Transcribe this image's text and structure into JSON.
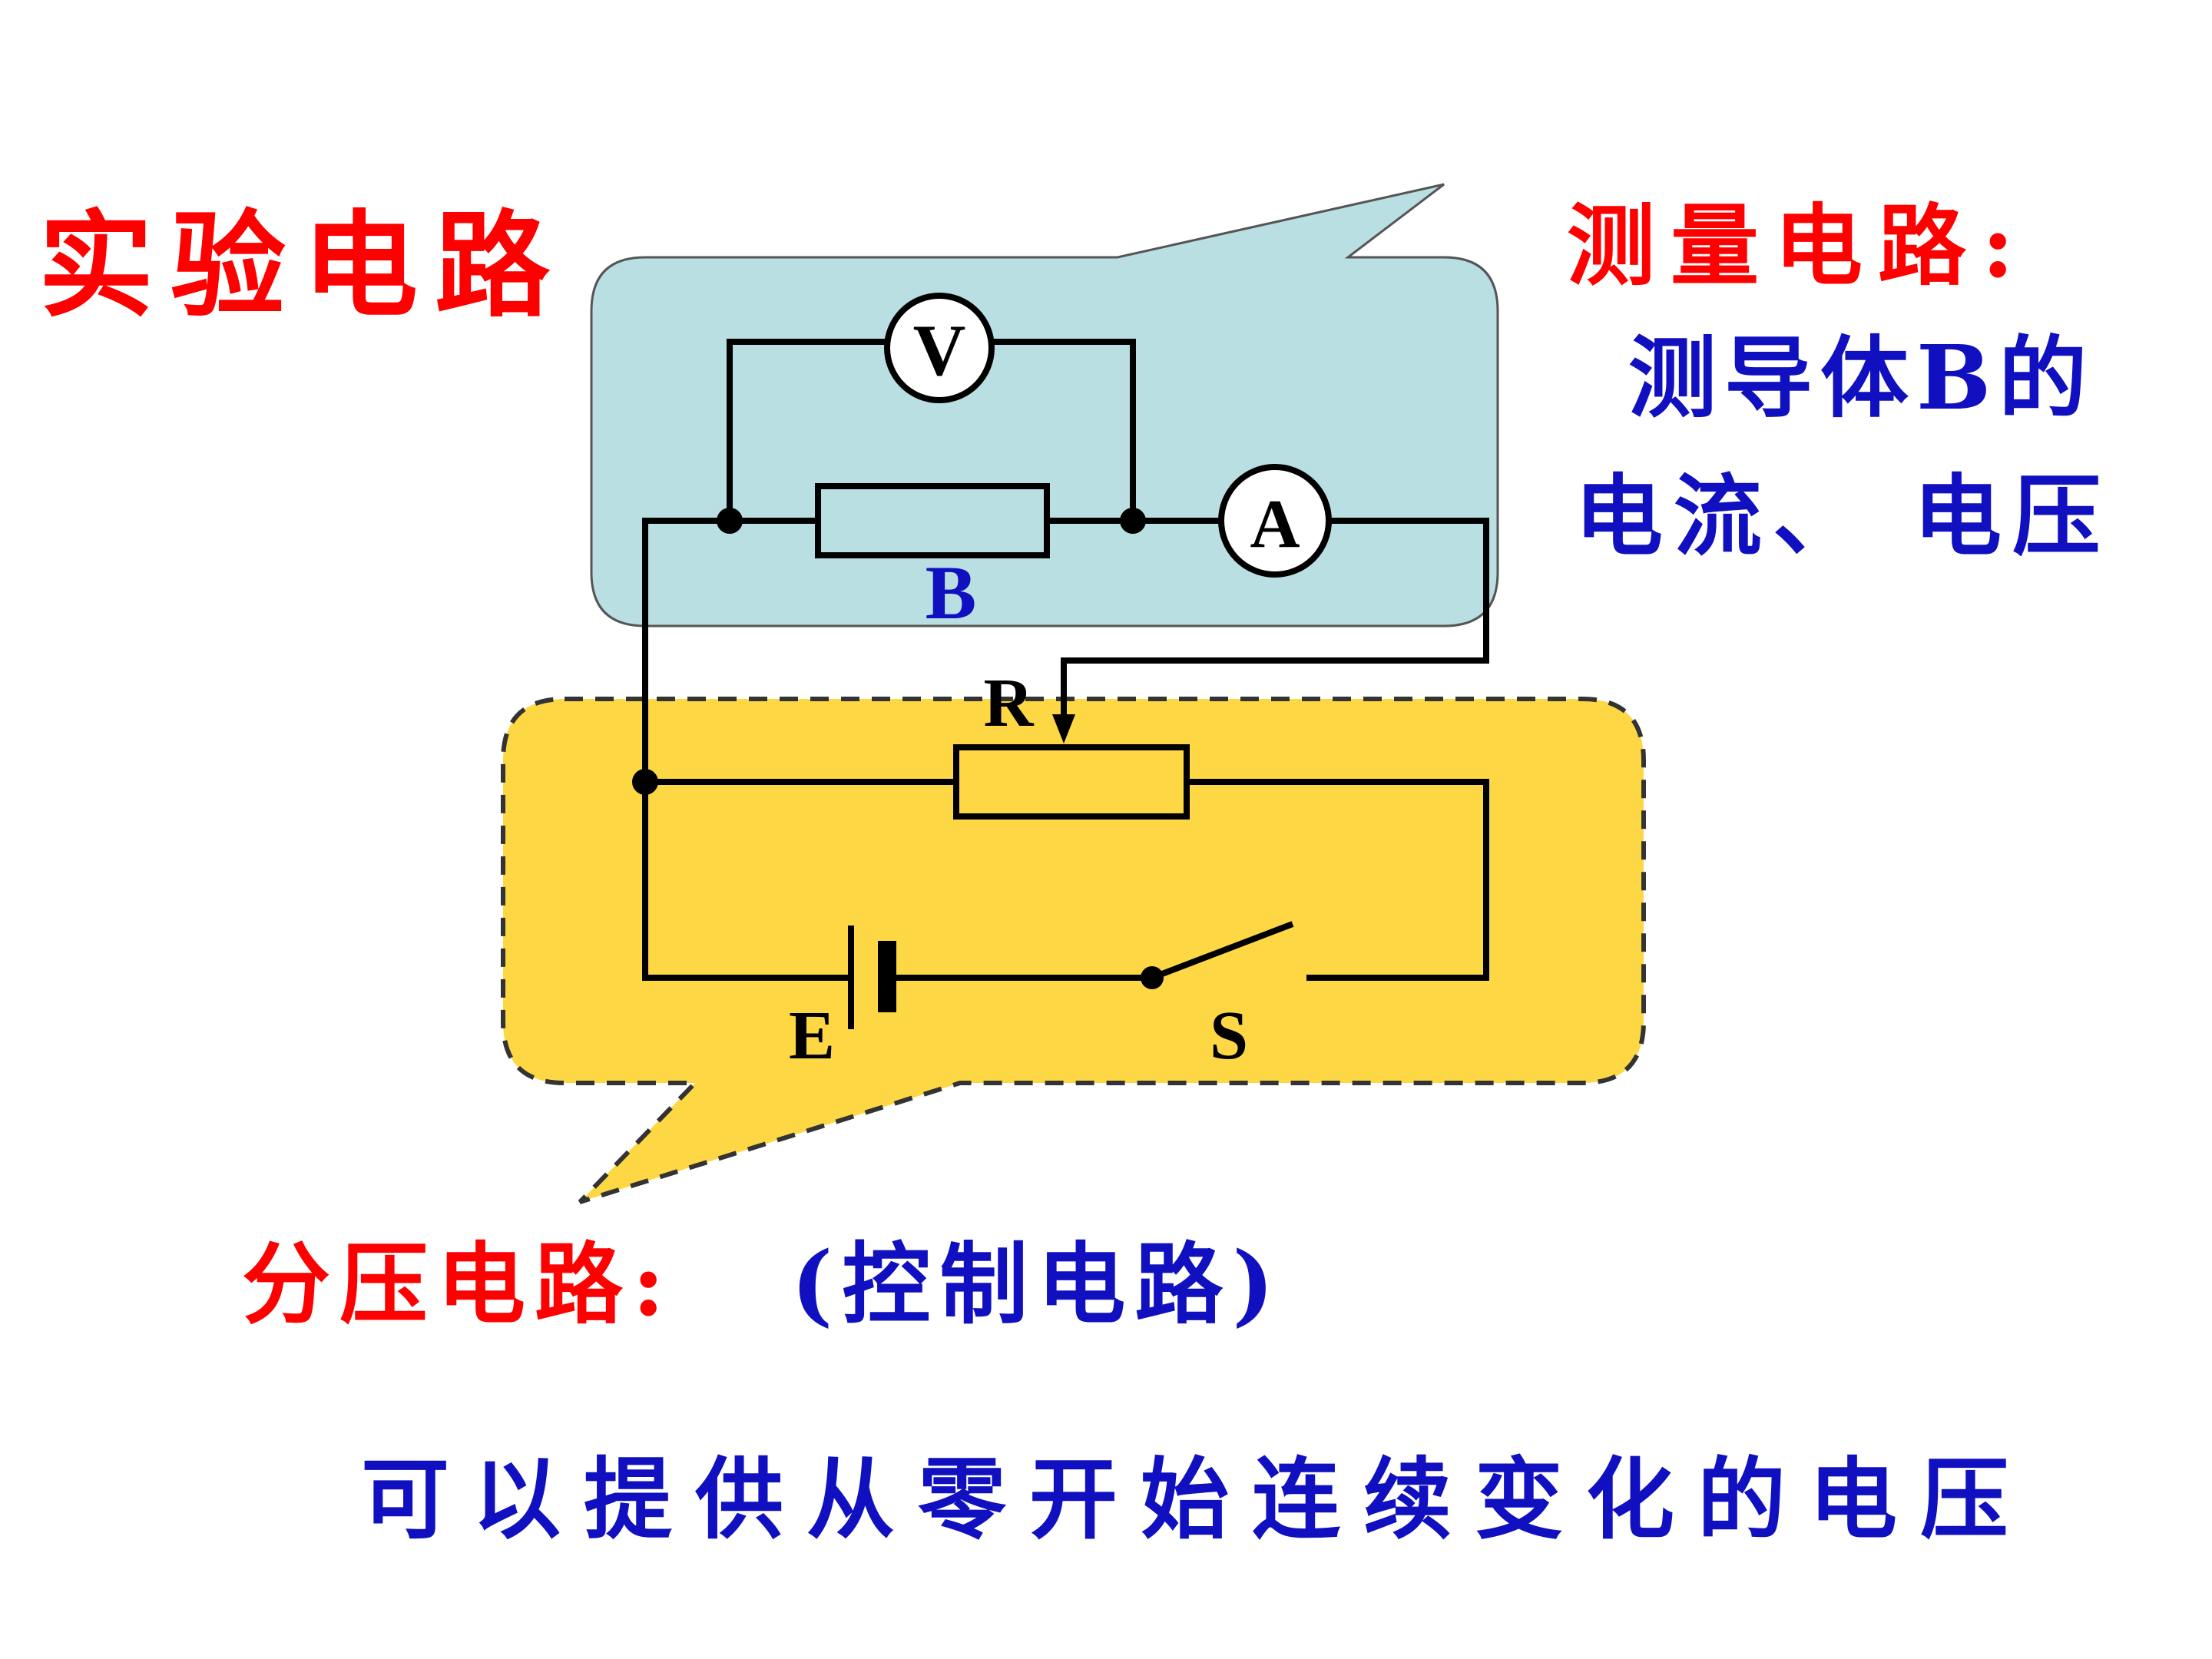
{
  "texts": {
    "title_experiment": "实验电路",
    "measure_title": "测量电路:",
    "measure_desc_line1": "测导体B的",
    "measure_desc_line2": "电流、 电压",
    "divider_title": "分压电路:",
    "control_label": "(控制电路)",
    "bottom_note": "可以提供从零开始连续变化的电压"
  },
  "components": {
    "voltmeter": "V",
    "ammeter": "A",
    "resistor_b": "B",
    "rheostat": "R",
    "battery": "E",
    "switch": "S"
  },
  "colors": {
    "measure_region": "#b9dfe3",
    "divider_region": "#fdd744",
    "wire": "#000000",
    "red_text": "#ff0000",
    "blue_text": "#1010c0"
  }
}
